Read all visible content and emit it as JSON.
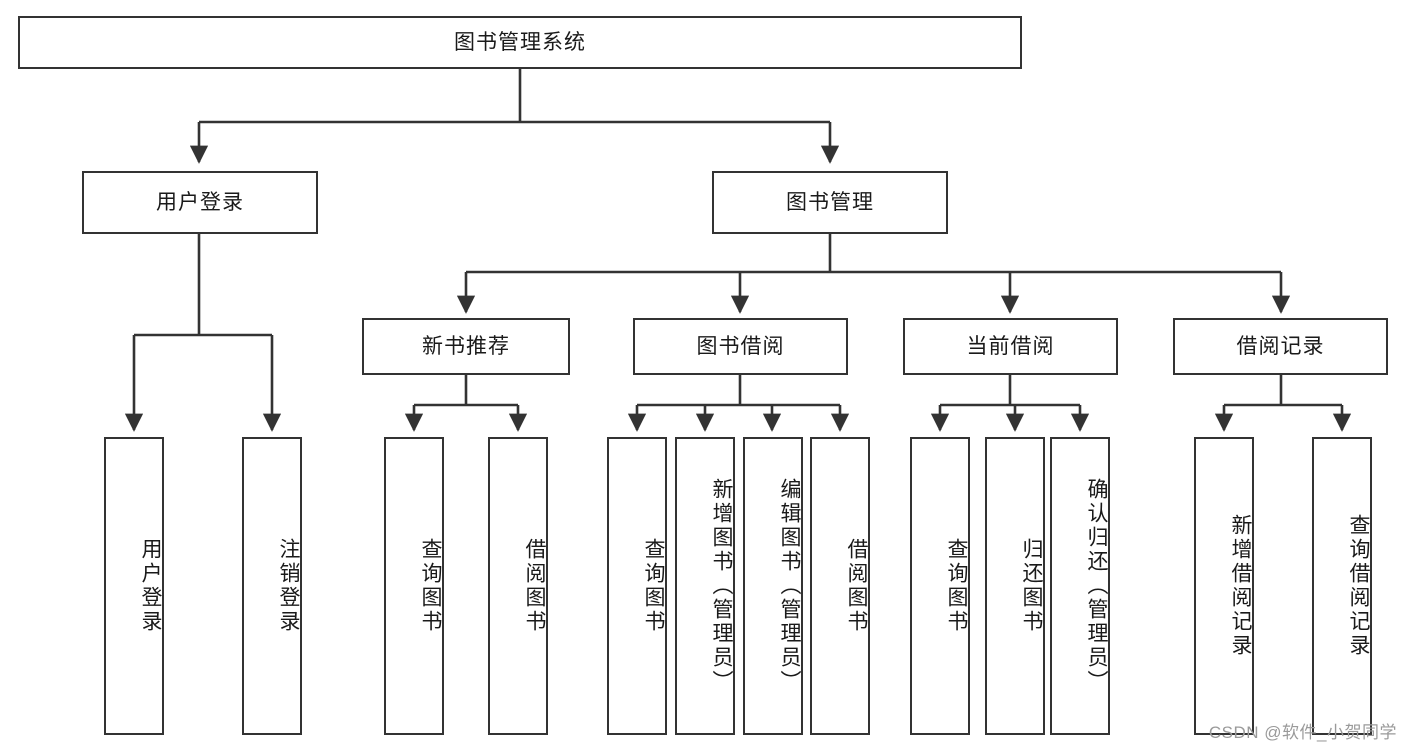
{
  "diagram": {
    "title": "图书管理系统",
    "type": "tree",
    "root": {
      "label": "图书管理系统"
    },
    "level2": [
      {
        "label": "用户登录"
      },
      {
        "label": "图书管理"
      }
    ],
    "level3": [
      {
        "label": "新书推荐"
      },
      {
        "label": "图书借阅"
      },
      {
        "label": "当前借阅"
      },
      {
        "label": "借阅记录"
      }
    ],
    "leaves_user_login": [
      {
        "label": "用户登录"
      },
      {
        "label": "注销登录"
      }
    ],
    "leaves_new_book": [
      {
        "label": "查询图书"
      },
      {
        "label": "借阅图书"
      }
    ],
    "leaves_borrow": [
      {
        "label": "查询图书"
      },
      {
        "label": "新增图书（管理员）"
      },
      {
        "label": "编辑图书（管理员）"
      },
      {
        "label": "借阅图书"
      }
    ],
    "leaves_current": [
      {
        "label": "查询图书"
      },
      {
        "label": "归还图书"
      },
      {
        "label": "确认归还（管理员）"
      }
    ],
    "leaves_records": [
      {
        "label": "新增借阅记录"
      },
      {
        "label": "查询借阅记录"
      }
    ]
  },
  "watermark": {
    "text": "CSDN @软件_小贺同学"
  },
  "colors": {
    "stroke": "#333333",
    "fill": "#ffffff",
    "text": "#1a1a1a",
    "watermark": "#9a9a9a"
  }
}
